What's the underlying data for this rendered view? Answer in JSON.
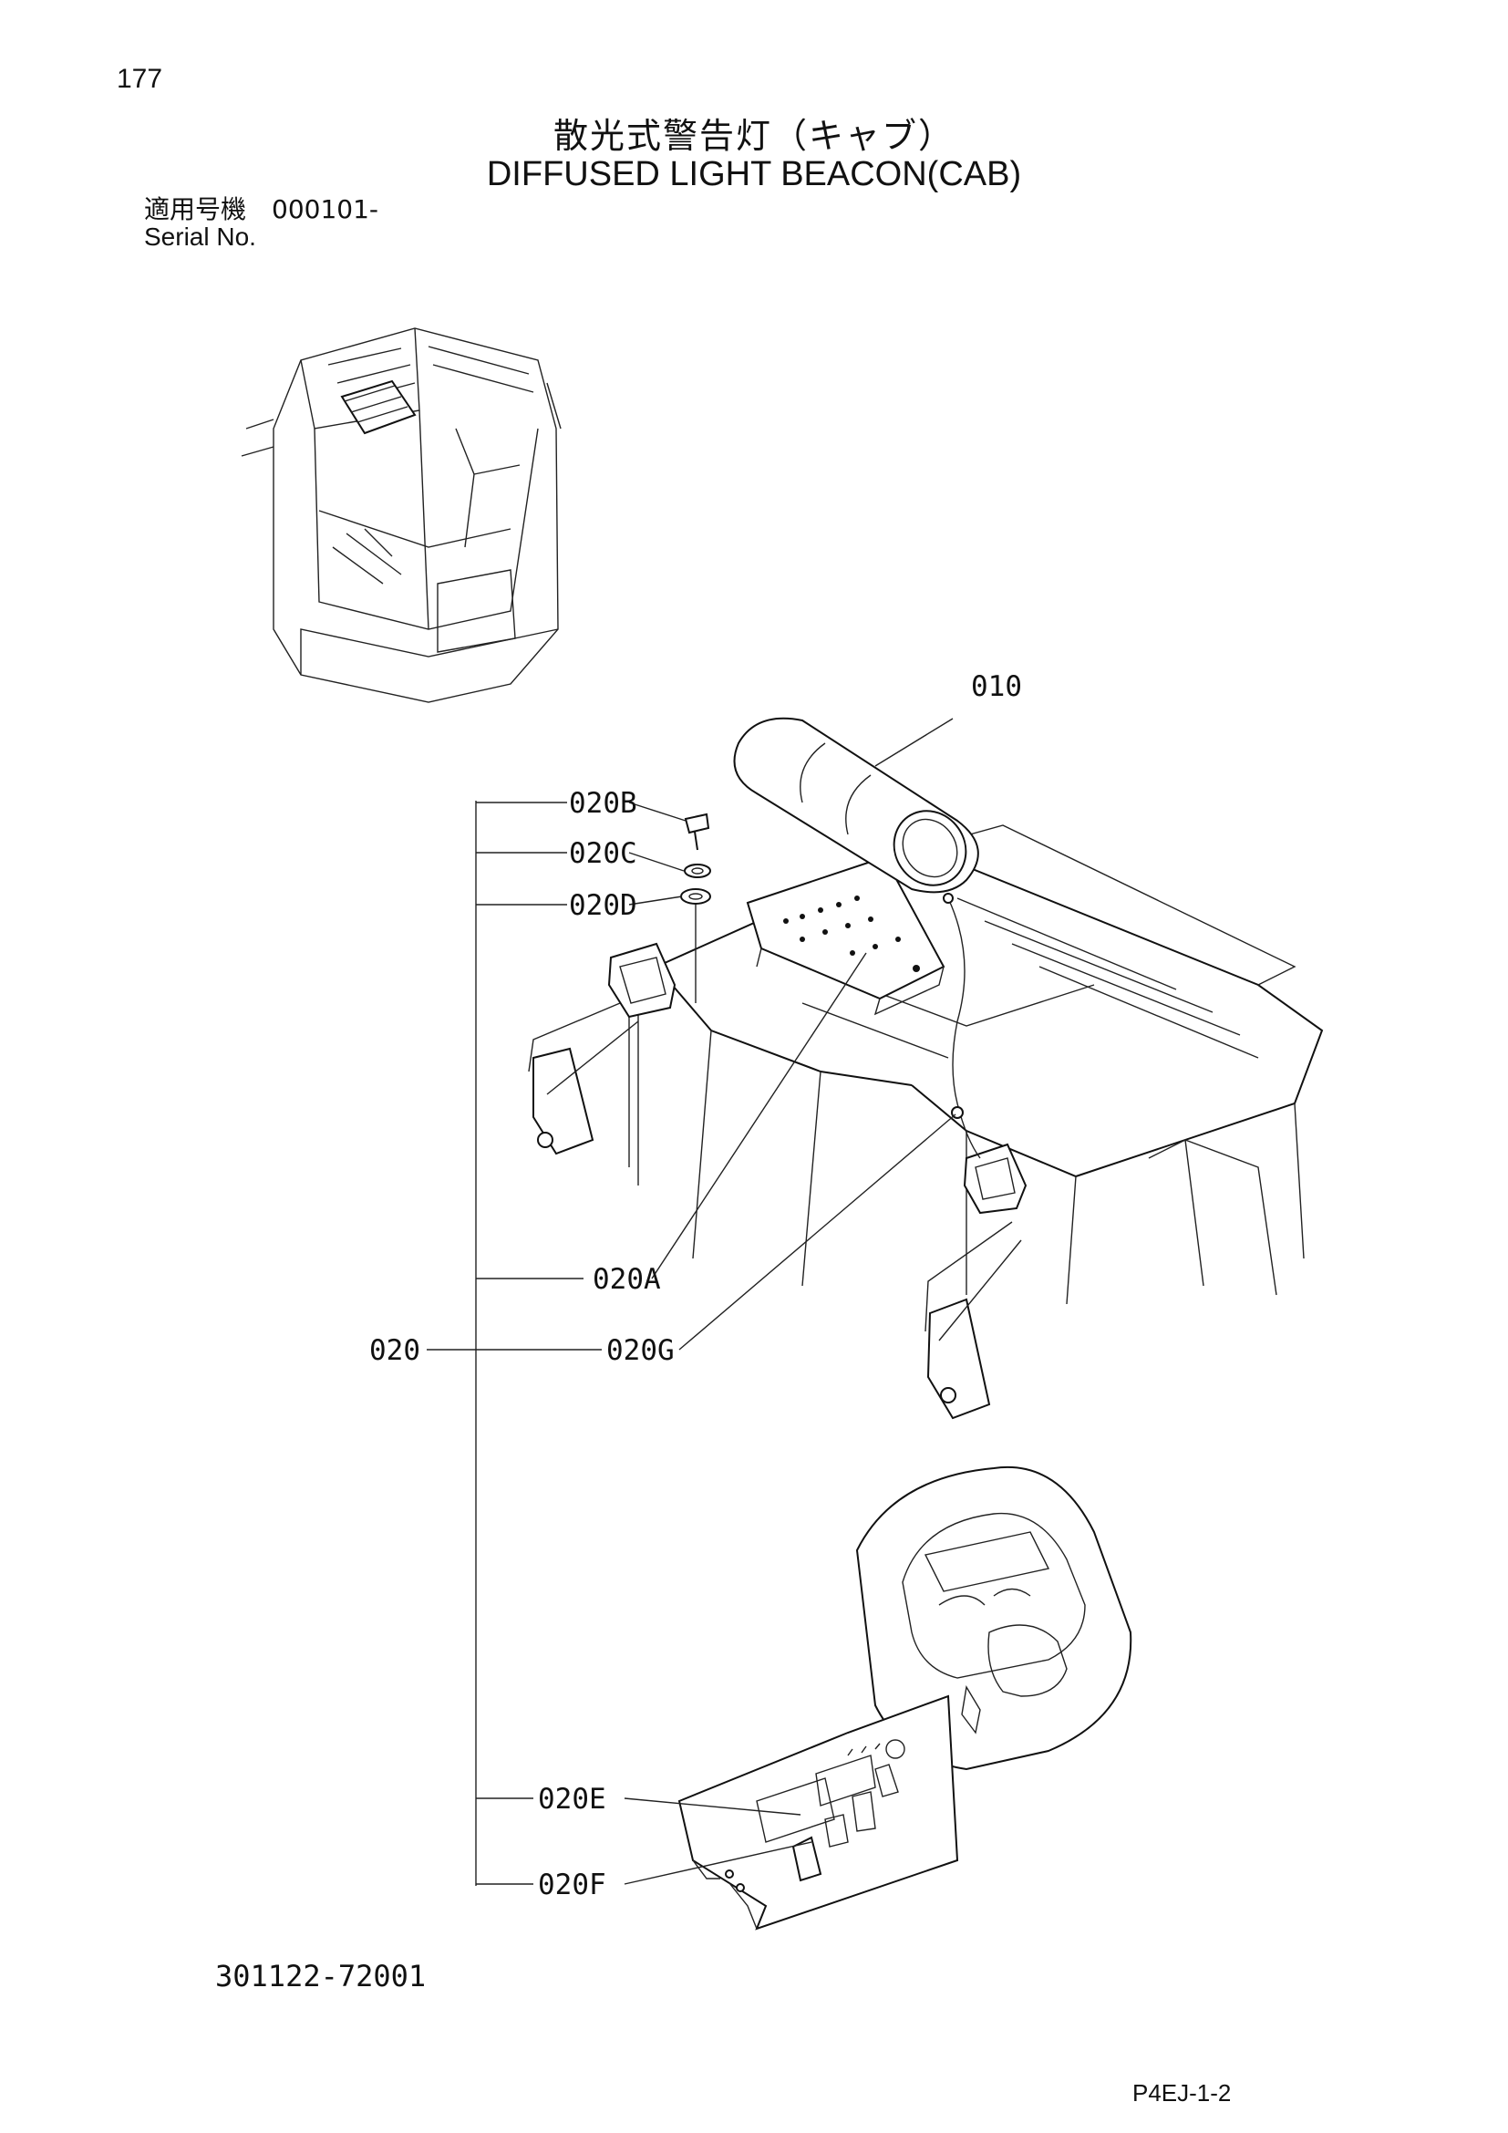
{
  "header": {
    "page_number": "177",
    "title_jp": "散光式警告灯（キャブ）",
    "title_en": "DIFFUSED LIGHT BEACON(CAB)",
    "serial_jp": "適用号機　000101-",
    "serial_en": "Serial No."
  },
  "parts": {
    "p010": "010",
    "p020": "020",
    "p020A": "020A",
    "p020B": "020B",
    "p020C": "020C",
    "p020D": "020D",
    "p020E": "020E",
    "p020F": "020F",
    "p020G": "020G"
  },
  "footer": {
    "drawing_number": "301122-72001",
    "page_code": "P4EJ-1-2"
  }
}
